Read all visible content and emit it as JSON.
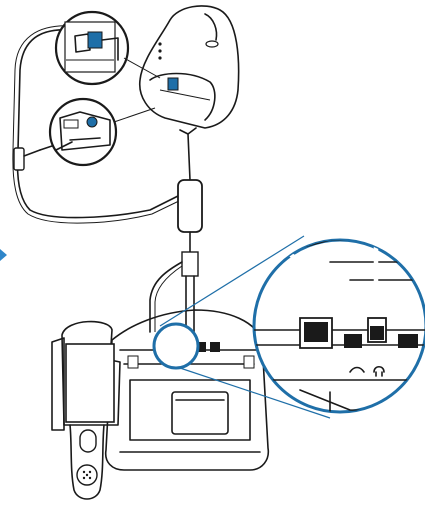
{
  "figure": {
    "kind": "headset-installation-diagram",
    "accent_color": "#1f6fa8",
    "arrow_color": "#2f86c9",
    "line_color": "#1a1a1a",
    "fill_color": "#ffffff",
    "icons": [
      "phone-base",
      "handset",
      "headset-base",
      "cable-connector",
      "modular-jack",
      "headset-jack-symbol",
      "handset-jack-symbol"
    ]
  }
}
